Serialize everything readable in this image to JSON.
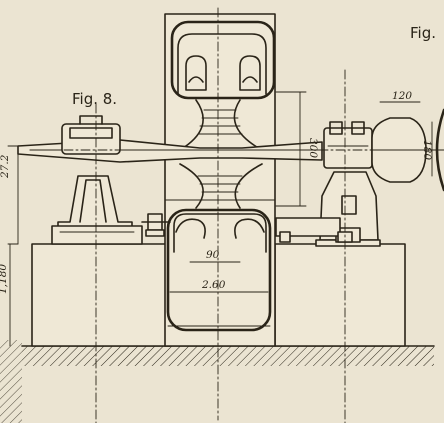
{
  "labels": {
    "fig8": "Fig. 8.",
    "fig_right": "Fig."
  },
  "dimensions": {
    "d120": "120",
    "d180": "180",
    "d300": "300",
    "d272": "27.2",
    "d1180": "1,180",
    "d90": "90",
    "d260": "2.60"
  },
  "colors": {
    "paper": "#ebe4d2",
    "ink": "#2a2418"
  }
}
